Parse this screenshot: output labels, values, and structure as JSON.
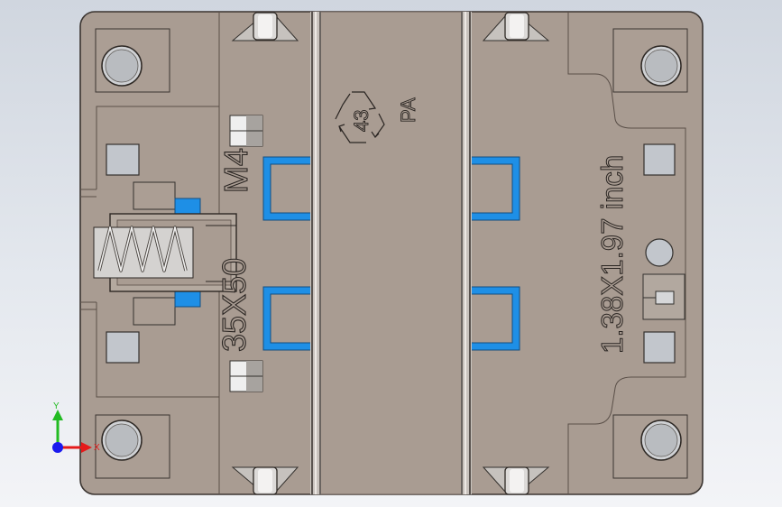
{
  "engraving": {
    "size_text": "35X50",
    "thread_text": "M4",
    "unit_size_text": "1.38X1.97 inch",
    "recycle_code": "43",
    "material": "PA"
  },
  "axes": {
    "x_label": "X",
    "y_label": "Y"
  },
  "colors": {
    "body": "#a99c92",
    "edge": "#3a3430",
    "accent_blue": "#1e8fe6",
    "axis_x": "#e51a1a",
    "axis_y": "#22bb22",
    "axis_z": "#1a1aee"
  }
}
